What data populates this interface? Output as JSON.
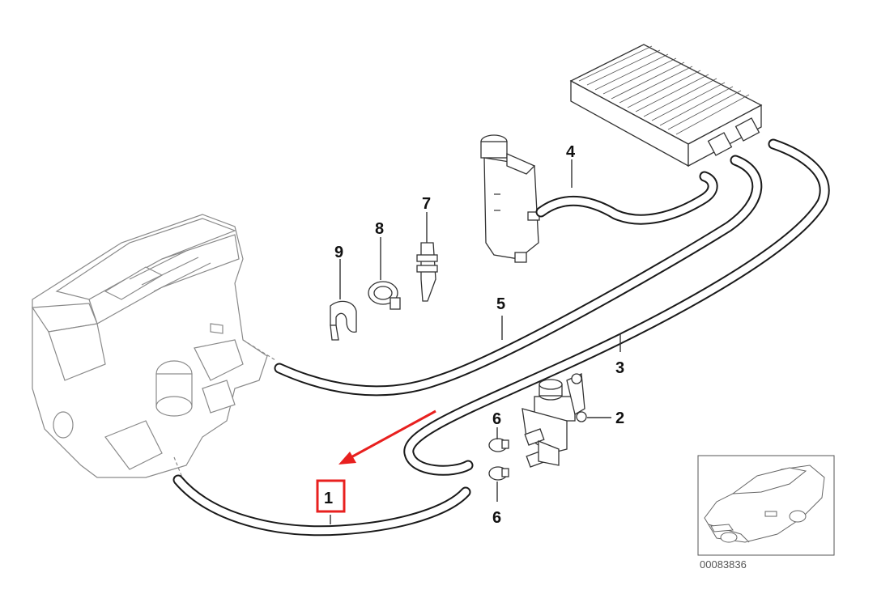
{
  "callouts": {
    "c1": "1",
    "c2": "2",
    "c3": "3",
    "c4": "4",
    "c5": "5",
    "c6a": "6",
    "c6b": "6",
    "c7": "7",
    "c8": "8",
    "c9": "9"
  },
  "reference_number": "00083836",
  "colors": {
    "highlight": "#e8201f",
    "line": "#333333",
    "background": "#ffffff"
  }
}
